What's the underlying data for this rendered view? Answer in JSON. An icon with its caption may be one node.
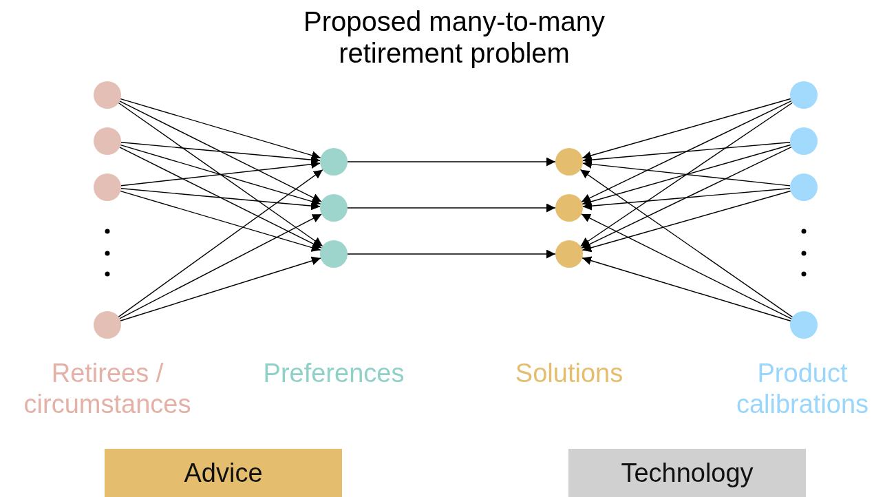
{
  "diagram": {
    "title": "Proposed many-to-many retirement problem",
    "nodes": [
      {
        "text": [],
        "shape": "circle"
      },
      {
        "text": [],
        "shape": "circle"
      },
      {
        "text": [],
        "shape": "circle"
      },
      {
        "text": [],
        "shape": "circle"
      },
      {
        "text": [],
        "shape": "circle"
      },
      {
        "text": [],
        "shape": "circle"
      },
      {
        "text": [],
        "shape": "circle"
      },
      {
        "text": [],
        "shape": "circle"
      },
      {
        "text": [],
        "shape": "circle"
      },
      {
        "text": [],
        "shape": "circle"
      },
      {
        "text": [],
        "shape": "circle"
      },
      {
        "text": [],
        "shape": "circle"
      },
      {
        "text": [],
        "shape": "circle"
      },
      {
        "text": [],
        "shape": "circle"
      },
      {
        "text": [
          "Advice"
        ]
      },
      {
        "text": [
          "Technology"
        ]
      }
    ],
    "edges": [
      {
        "from": 0,
        "to": 4,
        "arrow": "to"
      },
      {
        "from": 0,
        "to": 5,
        "arrow": "to"
      },
      {
        "from": 0,
        "to": 6,
        "arrow": "to"
      },
      {
        "from": 1,
        "to": 4,
        "arrow": "to"
      },
      {
        "from": 1,
        "to": 5,
        "arrow": "to"
      },
      {
        "from": 1,
        "to": 6,
        "arrow": "to"
      },
      {
        "from": 2,
        "to": 4,
        "arrow": "to"
      },
      {
        "from": 2,
        "to": 5,
        "arrow": "to"
      },
      {
        "from": 2,
        "to": 6,
        "arrow": "to"
      },
      {
        "from": 3,
        "to": 4,
        "arrow": "to"
      },
      {
        "from": 3,
        "to": 5,
        "arrow": "to"
      },
      {
        "from": 3,
        "to": 6,
        "arrow": "to"
      },
      {
        "from": 4,
        "to": 7,
        "arrow": "to"
      },
      {
        "from": 5,
        "to": 8,
        "arrow": "to"
      },
      {
        "from": 6,
        "to": 9,
        "arrow": "to"
      },
      {
        "from": 10,
        "to": 7,
        "arrow": "to"
      },
      {
        "from": 10,
        "to": 8,
        "arrow": "to"
      },
      {
        "from": 10,
        "to": 9,
        "arrow": "to"
      },
      {
        "from": 11,
        "to": 7,
        "arrow": "to"
      },
      {
        "from": 11,
        "to": 8,
        "arrow": "to"
      },
      {
        "from": 11,
        "to": 9,
        "arrow": "to"
      },
      {
        "from": 12,
        "to": 7,
        "arrow": "to"
      },
      {
        "from": 12,
        "to": 8,
        "arrow": "to"
      },
      {
        "from": 12,
        "to": 9,
        "arrow": "to"
      },
      {
        "from": 13,
        "to": 7,
        "arrow": "to"
      },
      {
        "from": 13,
        "to": 8,
        "arrow": "to"
      },
      {
        "from": 13,
        "to": 9,
        "arrow": "to"
      }
    ],
    "labels": [
      "Retirees / circumstances",
      "Preferences",
      "Solutions",
      "Product calibrations"
    ]
  }
}
